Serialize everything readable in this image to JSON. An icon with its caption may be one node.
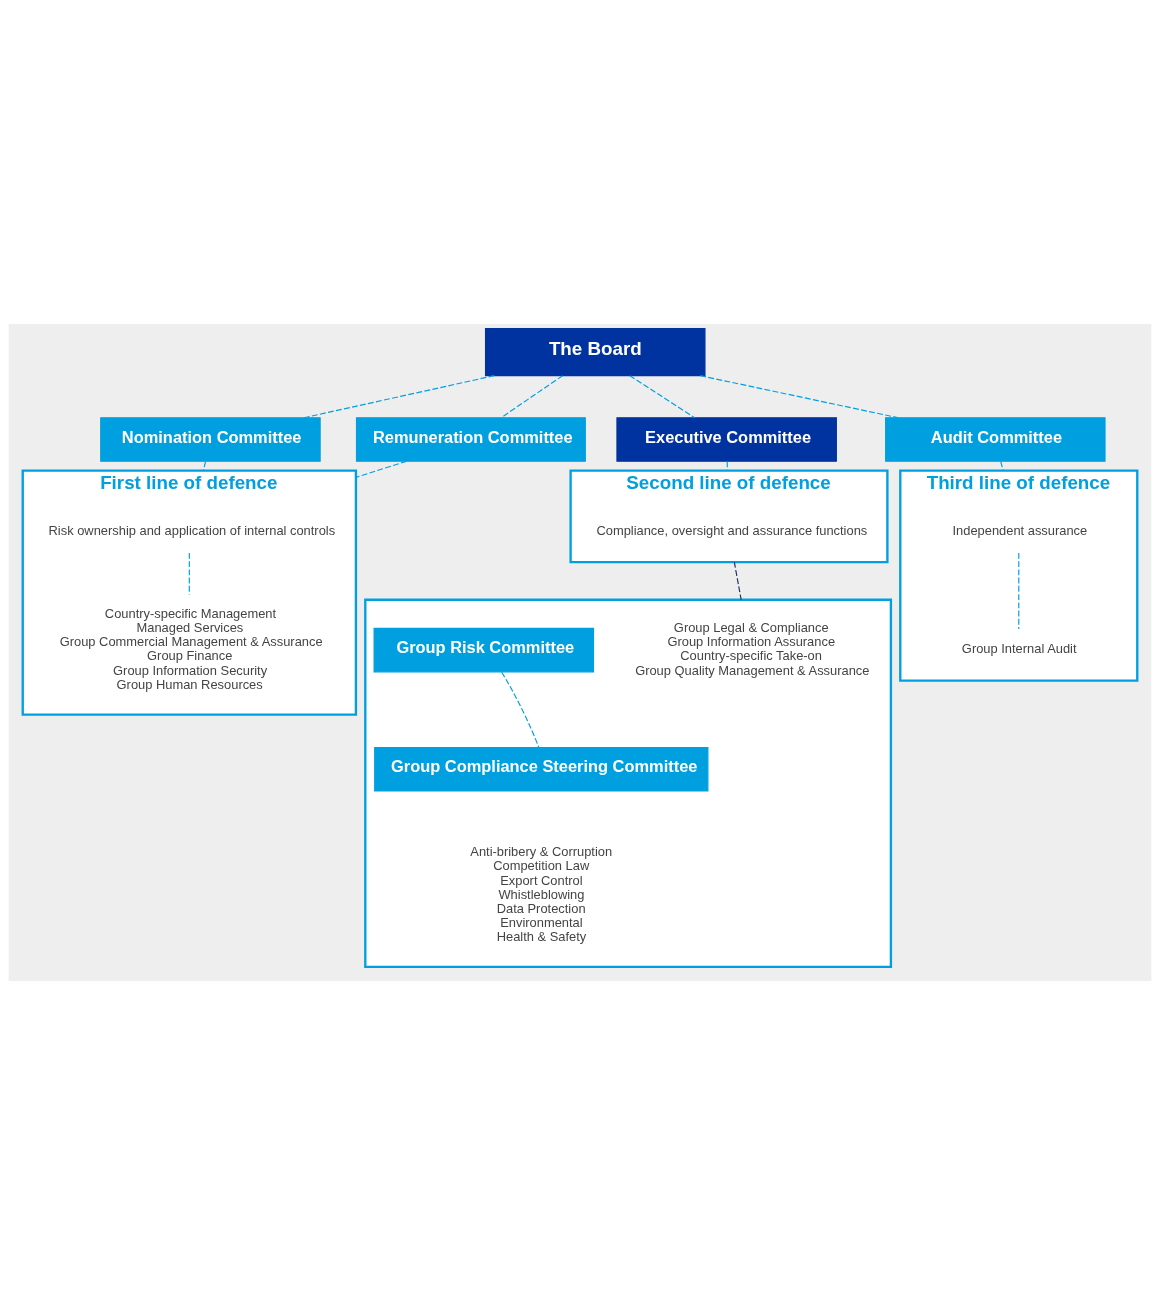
{
  "diagram": {
    "nodes": [
      {
        "text": [
          "The Board"
        ]
      },
      {
        "text": [
          "Nomination Committee"
        ]
      },
      {
        "text": [
          "Remuneration Committee"
        ]
      },
      {
        "text": [
          "Executive Committee"
        ]
      },
      {
        "text": [
          "Audit Committee"
        ]
      },
      {
        "text": [
          "First line of defence"
        ]
      },
      {
        "text": [
          "Risk ownership and application of internal controls"
        ],
        "in": 5
      },
      {
        "text": [
          "Country-specific Management",
          "Managed Services",
          "Group Commercial Management & Assurance",
          "Group Finance",
          "Group Information Security",
          "Group Human Resources"
        ],
        "in": 5
      },
      {
        "text": [
          "Second line of defence"
        ]
      },
      {
        "text": [
          "Compliance, oversight and assurance functions"
        ],
        "in": 8
      },
      {
        "text": [
          "Third line of defence"
        ]
      },
      {
        "text": [
          "Independent assurance"
        ],
        "in": 10
      },
      {
        "text": [
          "Group Internal Audit"
        ],
        "in": 10
      },
      {
        "text": [],
        "shape": "box"
      },
      {
        "text": [
          "Group Legal & Compliance",
          "Group Information Assurance",
          "Country-specific Take-on",
          "Group Quality Management & Assurance"
        ],
        "in": 13
      },
      {
        "text": [
          "Group Risk Committee"
        ],
        "in": 13
      },
      {
        "text": [
          "Group Compliance Steering Committee"
        ],
        "in": 13
      },
      {
        "text": [
          "Anti-bribery & Corruption",
          "Competition Law",
          "Export Control",
          "Whistleblowing",
          "Data Protection",
          "Environmental",
          "Health & Safety"
        ],
        "in": 13
      }
    ],
    "edges": [
      {
        "from": 0,
        "to": 1,
        "arrow": "none",
        "style": "dashed"
      },
      {
        "from": 0,
        "to": 2,
        "arrow": "none",
        "style": "dashed"
      },
      {
        "from": 0,
        "to": 3,
        "arrow": "none",
        "style": "dashed"
      },
      {
        "from": 0,
        "to": 4,
        "arrow": "none",
        "style": "dashed"
      },
      {
        "from": 1,
        "to": 5,
        "arrow": "none",
        "style": "dashed"
      },
      {
        "from": 2,
        "to": 5,
        "arrow": "none",
        "style": "dashed"
      },
      {
        "from": 3,
        "to": 8,
        "arrow": "none",
        "style": "dashed"
      },
      {
        "from": 4,
        "to": 10,
        "arrow": "none",
        "style": "dashed"
      },
      {
        "from": 6,
        "to": 7,
        "arrow": "none",
        "style": "dashed"
      },
      {
        "from": 11,
        "to": 12,
        "arrow": "none",
        "style": "dashed"
      },
      {
        "from": 8,
        "to": 13,
        "arrow": "none",
        "style": "dashed",
        "color": "#1a2f6b"
      },
      {
        "from": 15,
        "to": 16,
        "arrow": "none",
        "style": "dashed"
      }
    ]
  }
}
